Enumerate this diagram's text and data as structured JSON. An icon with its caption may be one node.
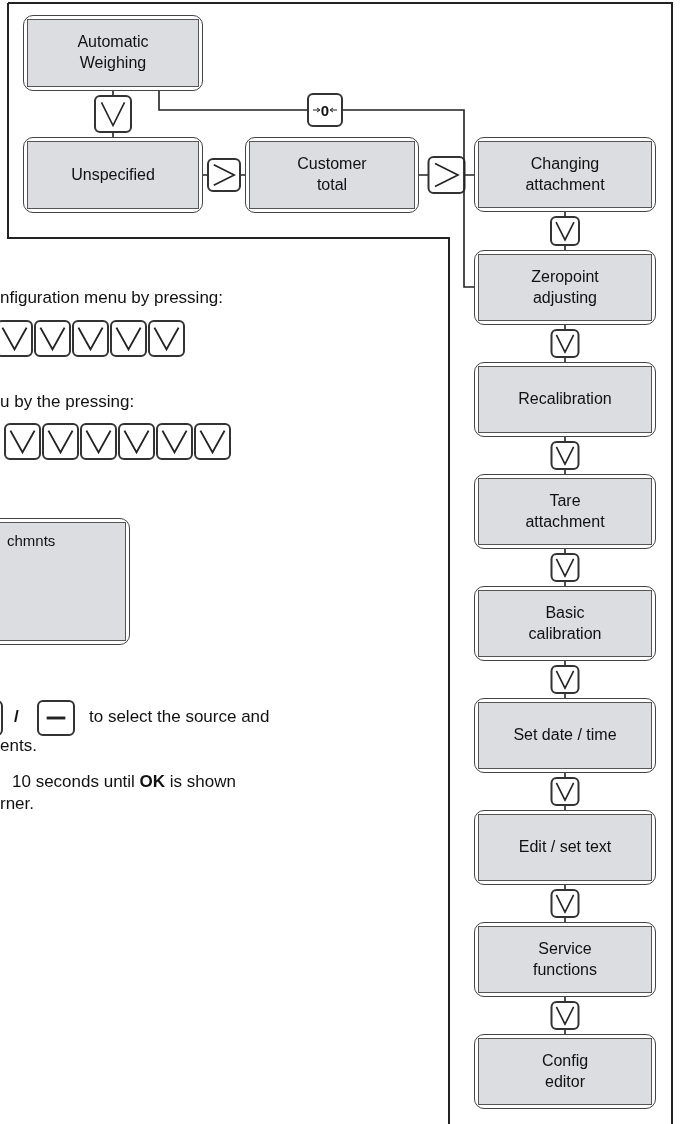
{
  "diagram": {
    "nodes": [
      {
        "text": [
          "Automatic Weighing"
        ]
      },
      {
        "text": [
          "Unspecified"
        ]
      },
      {
        "text": [
          "Customer total"
        ]
      },
      {
        "text": [
          "Changing attachment"
        ]
      },
      {
        "text": [
          "Zeropoint adjusting"
        ]
      },
      {
        "text": [
          "Recalibration"
        ]
      },
      {
        "text": [
          "Tare attachment"
        ]
      },
      {
        "text": [
          "Basic calibration"
        ]
      },
      {
        "text": [
          "Set date / time"
        ]
      },
      {
        "text": [
          "Edit / set text"
        ]
      },
      {
        "text": [
          "Service functions"
        ]
      },
      {
        "text": [
          "Config editor"
        ]
      },
      {
        "text": [
          "chmnts"
        ]
      }
    ],
    "edges": [
      {
        "from": 0,
        "to": 1,
        "arrow": "to"
      },
      {
        "from": 1,
        "to": 2,
        "arrow": "to"
      },
      {
        "from": 2,
        "to": 3,
        "arrow": "to"
      },
      {
        "from": 0,
        "to": 4,
        "arrow": "to",
        "label": "0"
      },
      {
        "from": 3,
        "to": 4,
        "arrow": "to"
      },
      {
        "from": 4,
        "to": 5,
        "arrow": "to"
      },
      {
        "from": 5,
        "to": 6,
        "arrow": "to"
      },
      {
        "from": 6,
        "to": 7,
        "arrow": "to"
      },
      {
        "from": 7,
        "to": 8,
        "arrow": "to"
      },
      {
        "from": 8,
        "to": 9,
        "arrow": "to"
      },
      {
        "from": 9,
        "to": 10,
        "arrow": "to"
      },
      {
        "from": 10,
        "to": 11,
        "arrow": "to"
      }
    ],
    "labels": [
      "nfiguration menu by pressing:",
      "u by the pressing:",
      "/",
      "to select the source and",
      "ents.",
      "10 seconds until **OK** is shown",
      "rner."
    ]
  }
}
